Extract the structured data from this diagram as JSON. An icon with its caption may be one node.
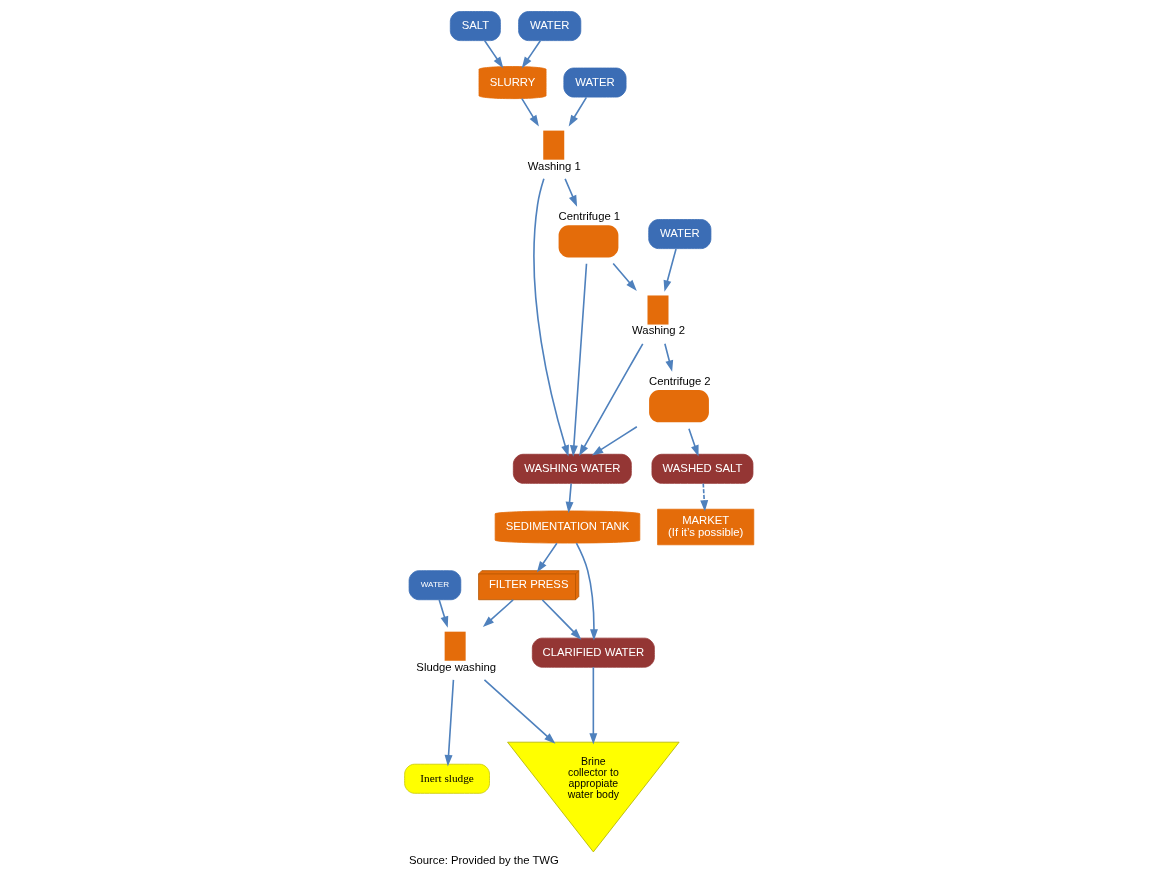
{
  "diagram": {
    "caption": "Source: Provided by the TWG",
    "nodes": [
      {
        "text": [
          "SALT"
        ]
      },
      {
        "text": [
          "WATER"
        ]
      },
      {
        "text": [
          "SLURRY"
        ]
      },
      {
        "text": [
          "WATER"
        ]
      },
      {
        "text": [
          "Washing 1"
        ]
      },
      {
        "text": [
          "Centrifuge 1"
        ]
      },
      {
        "text": [
          "WATER"
        ]
      },
      {
        "text": [
          "Washing 2"
        ]
      },
      {
        "text": [
          "Centrifuge 2"
        ]
      },
      {
        "text": [
          "FILTER PRESS"
        ]
      },
      {
        "text": [
          "SEDIMENTATION TANK"
        ]
      },
      {
        "text": [
          "WASHING WATER"
        ]
      },
      {
        "text": [
          "WASHED SALT"
        ]
      },
      {
        "text": [
          "WATER"
        ]
      },
      {
        "text": [
          "Sludge washing"
        ]
      },
      {
        "text": [
          "CLARIFIED WATER"
        ]
      },
      {
        "text": [
          "MARKET",
          "(If it’s possible)"
        ]
      },
      {
        "text": [
          "Inert sludge"
        ]
      },
      {
        "text": [
          "Brine collector to appropiate water body"
        ]
      }
    ],
    "edges": [
      {
        "from": 0,
        "to": 2,
        "arrow": "to"
      },
      {
        "from": 1,
        "to": 2,
        "arrow": "to"
      },
      {
        "from": 2,
        "to": 4,
        "arrow": "to"
      },
      {
        "from": 3,
        "to": 4,
        "arrow": "to"
      },
      {
        "from": 4,
        "to": 5,
        "arrow": "to"
      },
      {
        "from": 5,
        "to": 7,
        "arrow": "to"
      },
      {
        "from": 6,
        "to": 7,
        "arrow": "to"
      },
      {
        "from": 7,
        "to": 8,
        "arrow": "to"
      },
      {
        "from": 4,
        "to": 11,
        "arrow": "to"
      },
      {
        "from": 5,
        "to": 11,
        "arrow": "to"
      },
      {
        "from": 7,
        "to": 11,
        "arrow": "to"
      },
      {
        "from": 8,
        "to": 11,
        "arrow": "to"
      },
      {
        "from": 8,
        "to": 12,
        "arrow": "to"
      },
      {
        "from": 11,
        "to": 10,
        "arrow": "to"
      },
      {
        "from": 10,
        "to": 9,
        "arrow": "to"
      },
      {
        "from": 9,
        "to": 15,
        "arrow": "to"
      },
      {
        "from": 10,
        "to": 15,
        "arrow": "to"
      },
      {
        "from": 9,
        "to": 14,
        "arrow": "to"
      },
      {
        "from": 13,
        "to": 14,
        "arrow": "to"
      },
      {
        "from": 14,
        "to": 17,
        "arrow": "to"
      },
      {
        "from": 14,
        "to": 18,
        "arrow": "to"
      },
      {
        "from": 15,
        "to": 18,
        "arrow": "to"
      },
      {
        "from": 12,
        "to": 16,
        "arrow": "to",
        "style": "dashed"
      }
    ]
  }
}
